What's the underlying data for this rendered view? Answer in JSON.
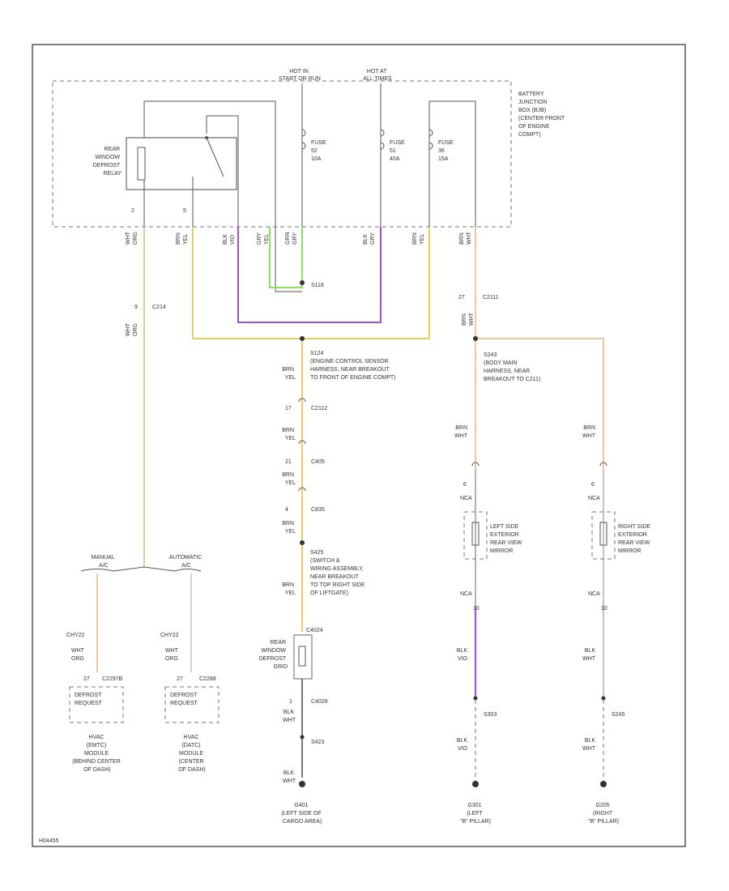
{
  "colors": {
    "yellow": "#e8d060",
    "orange": "#f0c8a0",
    "purple": "#a050d0",
    "green": "#90e060",
    "gray": "#666666",
    "light_gray": "#bbbbbb"
  },
  "power": {
    "hot_run": [
      "HOT IN",
      "START OR RUN"
    ],
    "hot_all": [
      "HOT AT",
      "ALL TIMES"
    ]
  },
  "bjb_label": [
    "BATTERY",
    "JUNCTION",
    "BOX (BJB)",
    "(CENTER FRONT",
    "OF ENGINE",
    "COMPT)"
  ],
  "relay_label": [
    "REAR",
    "WINDOW",
    "DEFROST",
    "RELAY"
  ],
  "relay_pins": [
    "2",
    "5"
  ],
  "fuses": [
    {
      "lines": [
        "FUSE",
        "52",
        "10A"
      ]
    },
    {
      "lines": [
        "FUSE",
        "51",
        "40A"
      ]
    },
    {
      "lines": [
        "FUSE",
        "36",
        "15A"
      ]
    }
  ],
  "wire_tags": [
    {
      "lines": [
        "WHT",
        "ORG"
      ]
    },
    {
      "lines": [
        "BRN",
        "YEL"
      ]
    },
    {
      "lines": [
        "BLK",
        "VIO"
      ]
    },
    {
      "lines": [
        "GRY",
        "YEL"
      ]
    },
    {
      "lines": [
        "GRN",
        "GRY"
      ]
    },
    {
      "lines": [
        "BLK",
        "GRY"
      ]
    },
    {
      "lines": [
        "BRN",
        "YEL"
      ]
    },
    {
      "lines": [
        "BRN",
        "WHT"
      ]
    }
  ],
  "splice_s118": "S118",
  "c214": {
    "pin": "9",
    "name": "C214"
  },
  "wht_org_2": [
    "WHT",
    "ORG"
  ],
  "c2111": {
    "pin": "27",
    "name": "C2111"
  },
  "brn_wht_mid": [
    "BRN",
    "WHT"
  ],
  "s124": [
    "S124",
    "(ENGINE CONTROL SENSOR",
    "HARNESS, NEAR BREAKOUT",
    "TO FRONT OF ENGINE COMPT)"
  ],
  "brn_yel_s124": [
    "BRN",
    "YEL"
  ],
  "c2112": {
    "pin": "17",
    "name": "C2112"
  },
  "brn_yel_a": [
    "BRN",
    "YEL"
  ],
  "c405": {
    "pin": "21",
    "name": "C405"
  },
  "brn_yel_b": [
    "BRN",
    "YEL"
  ],
  "c835": {
    "pin": "4",
    "name": "C835"
  },
  "brn_yel_c": [
    "BRN",
    "YEL"
  ],
  "s425": [
    "S425",
    "(SWITCH &",
    "WIRING ASSEMBLY,",
    "NEAR BREAKOUT",
    "TO TOP RIGHT SIDE",
    "OF LIFTGATE)"
  ],
  "brn_yel_d": [
    "BRN",
    "YEL"
  ],
  "c4024": "C4024",
  "rwdg_label": [
    "REAR",
    "WINDOW",
    "DEFROST",
    "GRID"
  ],
  "c4028": {
    "pin": "1",
    "name": "C4028"
  },
  "blk_wht_a": [
    "BLK",
    "WHT"
  ],
  "s423": "S423",
  "blk_wht_b": [
    "BLK",
    "WHT"
  ],
  "g401": [
    "G401",
    "(LEFT SIDE OF",
    "CARGO AREA)"
  ],
  "s243": [
    "S243",
    "(BODY MAIN",
    "HARNESS, NEAR",
    "BREAKOUT TO C211)"
  ],
  "mirror_left": {
    "wire_top": [
      "BRN",
      "WHT"
    ],
    "pin_top": "6",
    "nca_top": "NCA",
    "label": [
      "LEFT SIDE",
      "EXTERIOR",
      "REAR VIEW",
      "MIRROR"
    ],
    "nca_bottom": "NCA",
    "pin_bottom": "10",
    "wire_bottom": [
      "BLK",
      "VIO"
    ],
    "splice": "S303",
    "wire_ground": [
      "BLK",
      "VIO"
    ],
    "ground": [
      "G301",
      "(LEFT",
      "\"B\" PILLAR)"
    ]
  },
  "mirror_right": {
    "wire_top": [
      "BRN",
      "WHT"
    ],
    "pin_top": "6",
    "nca_top": "NCA",
    "label": [
      "RIGHT SIDE",
      "EXTERIOR",
      "REAR VIEW",
      "MIRROR"
    ],
    "nca_bottom": "NCA",
    "pin_bottom": "10",
    "wire_bottom": [
      "BLK",
      "WHT"
    ],
    "splice": "S245",
    "wire_ground": [
      "BLK",
      "WHT"
    ],
    "ground": [
      "G205",
      "(RIGHT",
      "\"B\" PILLAR)"
    ]
  },
  "manual_label": [
    "MANUAL",
    "A/C"
  ],
  "auto_label": [
    "AUTOMATIC",
    "A/C"
  ],
  "hvac_left": {
    "circuit": "CHY22",
    "wire": [
      "WHT",
      "ORG"
    ],
    "pin": "27",
    "connector": "C2297B",
    "box": [
      "DEFROST",
      "REQUEST"
    ],
    "module": [
      "HVAC",
      "(EMTC)",
      "MODULE",
      "(BEHIND CENTER",
      "OF DASH)"
    ]
  },
  "hvac_right": {
    "circuit": "CHY22",
    "wire": [
      "WHT",
      "ORG"
    ],
    "pin": "27",
    "connector": "C2288",
    "box": [
      "DEFROST",
      "REQUEST"
    ],
    "module": [
      "HVAC",
      "(DATC)",
      "MODULE",
      "(CENTER",
      "OF DASH)"
    ]
  },
  "diagram_id": "H04455"
}
